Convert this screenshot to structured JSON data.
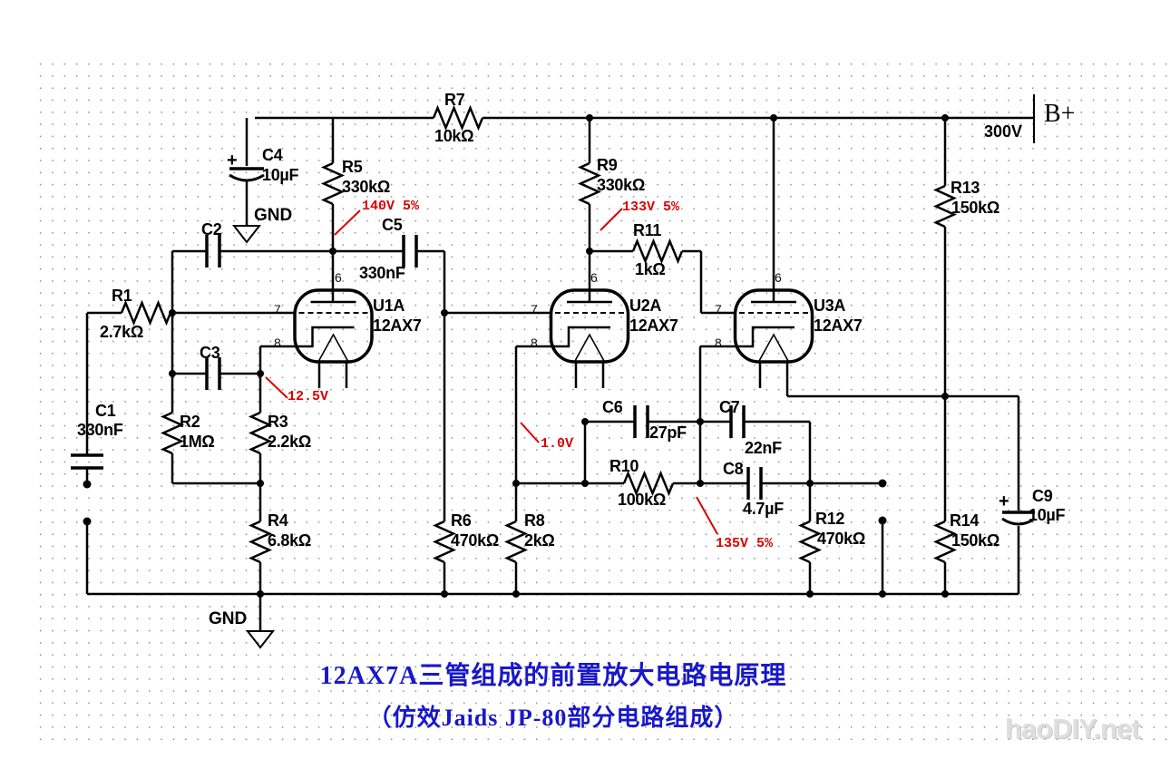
{
  "title": {
    "line1": "12AX7A三管组成的前置放大电路电原理",
    "line2": "（仿效Jaids JP-80部分电路组成）"
  },
  "power": {
    "label": "B+",
    "voltage": "300V"
  },
  "ground": {
    "top": "GND",
    "bottom": "GND"
  },
  "watermark": "haoDIY.net",
  "tubes": [
    {
      "ref": "U1A",
      "type": "12AX7",
      "pin_plate": "6",
      "pin_grid": "7",
      "pin_cathode": "8"
    },
    {
      "ref": "U2A",
      "type": "12AX7",
      "pin_plate": "6",
      "pin_grid": "7",
      "pin_cathode": "8"
    },
    {
      "ref": "U3A",
      "type": "12AX7",
      "pin_plate": "6",
      "pin_grid": "7",
      "pin_cathode": "8"
    }
  ],
  "resistors": [
    {
      "ref": "R1",
      "value": "2.7kΩ"
    },
    {
      "ref": "R2",
      "value": "1MΩ"
    },
    {
      "ref": "R3",
      "value": "2.2kΩ"
    },
    {
      "ref": "R4",
      "value": "6.8kΩ"
    },
    {
      "ref": "R5",
      "value": "330kΩ"
    },
    {
      "ref": "R6",
      "value": "470kΩ"
    },
    {
      "ref": "R7",
      "value": "10kΩ"
    },
    {
      "ref": "R8",
      "value": "2kΩ"
    },
    {
      "ref": "R9",
      "value": "330kΩ"
    },
    {
      "ref": "R10",
      "value": "100kΩ"
    },
    {
      "ref": "R11",
      "value": "1kΩ"
    },
    {
      "ref": "R12",
      "value": "470kΩ"
    },
    {
      "ref": "R13",
      "value": "150kΩ"
    },
    {
      "ref": "R14",
      "value": "150kΩ"
    }
  ],
  "capacitors": [
    {
      "ref": "C1",
      "value": "330nF"
    },
    {
      "ref": "C2",
      "value": ""
    },
    {
      "ref": "C3",
      "value": ""
    },
    {
      "ref": "C4",
      "value": "10µF",
      "polarity": "+"
    },
    {
      "ref": "C5",
      "value": "330nF"
    },
    {
      "ref": "C6",
      "value": "27pF"
    },
    {
      "ref": "C7",
      "value": "22nF"
    },
    {
      "ref": "C8",
      "value": "4.7µF"
    },
    {
      "ref": "C9",
      "value": "10µF",
      "polarity": "+"
    }
  ],
  "annotations": {
    "v140": "140V 5%",
    "v133": "133V 5%",
    "v12_5": "12.5V",
    "v1_0": "1.0V",
    "v135": "135V 5%"
  },
  "colors": {
    "wire": "#000000",
    "annotation": "#dd0000",
    "title": "#1818c8"
  }
}
